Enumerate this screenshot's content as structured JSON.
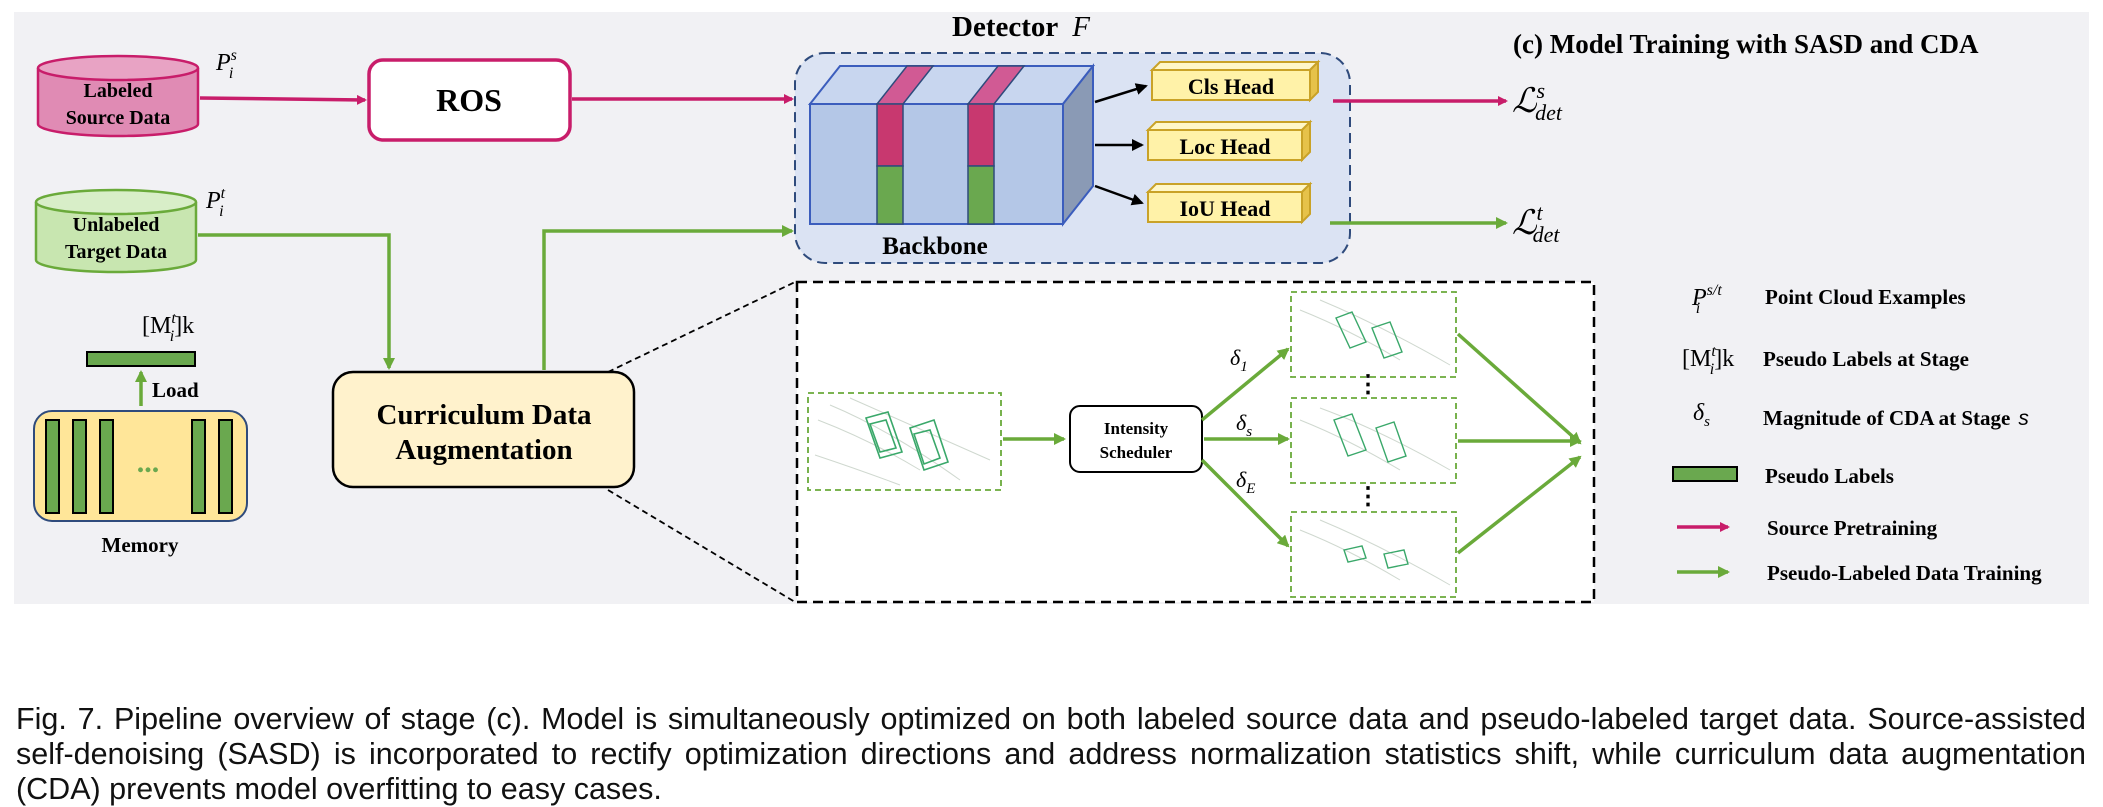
{
  "figure": {
    "panel_title": "(c) Model Training with SASD and  CDA",
    "labeled_source": {
      "line1": "Labeled",
      "line2": "Source Data",
      "symbol": "P",
      "sup": "s",
      "sub": "i"
    },
    "unlabeled_target": {
      "line1": "Unlabeled",
      "line2": "Target Data",
      "symbol": "P",
      "sup": "t",
      "sub": "i"
    },
    "ros_label": "ROS",
    "detector": {
      "title": "Detector",
      "symbol": "F",
      "backbone_label": "Backbone"
    },
    "heads": [
      "Cls Head",
      "Loc Head",
      "IoU Head"
    ],
    "loss_source": {
      "symbol": "ℒ",
      "sup": "s",
      "sub": "det"
    },
    "loss_target": {
      "symbol": "ℒ",
      "sup": "t",
      "sub": "det"
    },
    "memory": {
      "label": "Memory",
      "dots": "...",
      "load_label": "Load",
      "pseudo_bracket": "[M",
      "pseudo_sup": "t",
      "pseudo_sub": "i",
      "pseudo_stage": "]k"
    },
    "cda": {
      "line1": "Curriculum Data",
      "line2": "Augmentation"
    },
    "scheduler": {
      "line1": "Intensity",
      "line2": "Scheduler"
    },
    "deltas": [
      {
        "symbol": "δ",
        "sub": "1"
      },
      {
        "symbol": "δ",
        "sub": "s"
      },
      {
        "symbol": "δ",
        "sub": "E"
      }
    ],
    "ellipsis": "⋮",
    "legend": [
      {
        "kind": "symbol",
        "text": "Point Cloud Examples"
      },
      {
        "kind": "symbol",
        "text": "Pseudo Labels at Stage"
      },
      {
        "kind": "symbol",
        "text": "Magnitude of CDA at Stage",
        "tail": "s"
      },
      {
        "kind": "bar",
        "text": "Pseudo Labels"
      },
      {
        "kind": "arrow-pink",
        "text": "Source Pretraining"
      },
      {
        "kind": "arrow-green",
        "text": "Pseudo-Labeled Data Training"
      }
    ],
    "colors": {
      "panel_bg": "#f1f1f4",
      "source_arrow": "#c81d6a",
      "target_arrow": "#6aaa3a",
      "pink_cylinder": "#e08bb4",
      "green_cylinder": "#c8e6b0",
      "detector_bg": "#dbe3f3",
      "backbone_block": "#b4c7e7",
      "head_fill": "#fff2a8",
      "cda_fill": "#fff2cc",
      "pseudo_bar": "#6aa84f"
    }
  },
  "caption": "Fig. 7. Pipeline overview of stage (c). Model is simultaneously optimized on both labeled source data and pseudo-labeled target data. Source-assisted self-denoising (SASD) is incorporated to rectify optimization directions and address normalization statistics shift, while curriculum data augmentation (CDA) prevents model overfitting to easy cases."
}
